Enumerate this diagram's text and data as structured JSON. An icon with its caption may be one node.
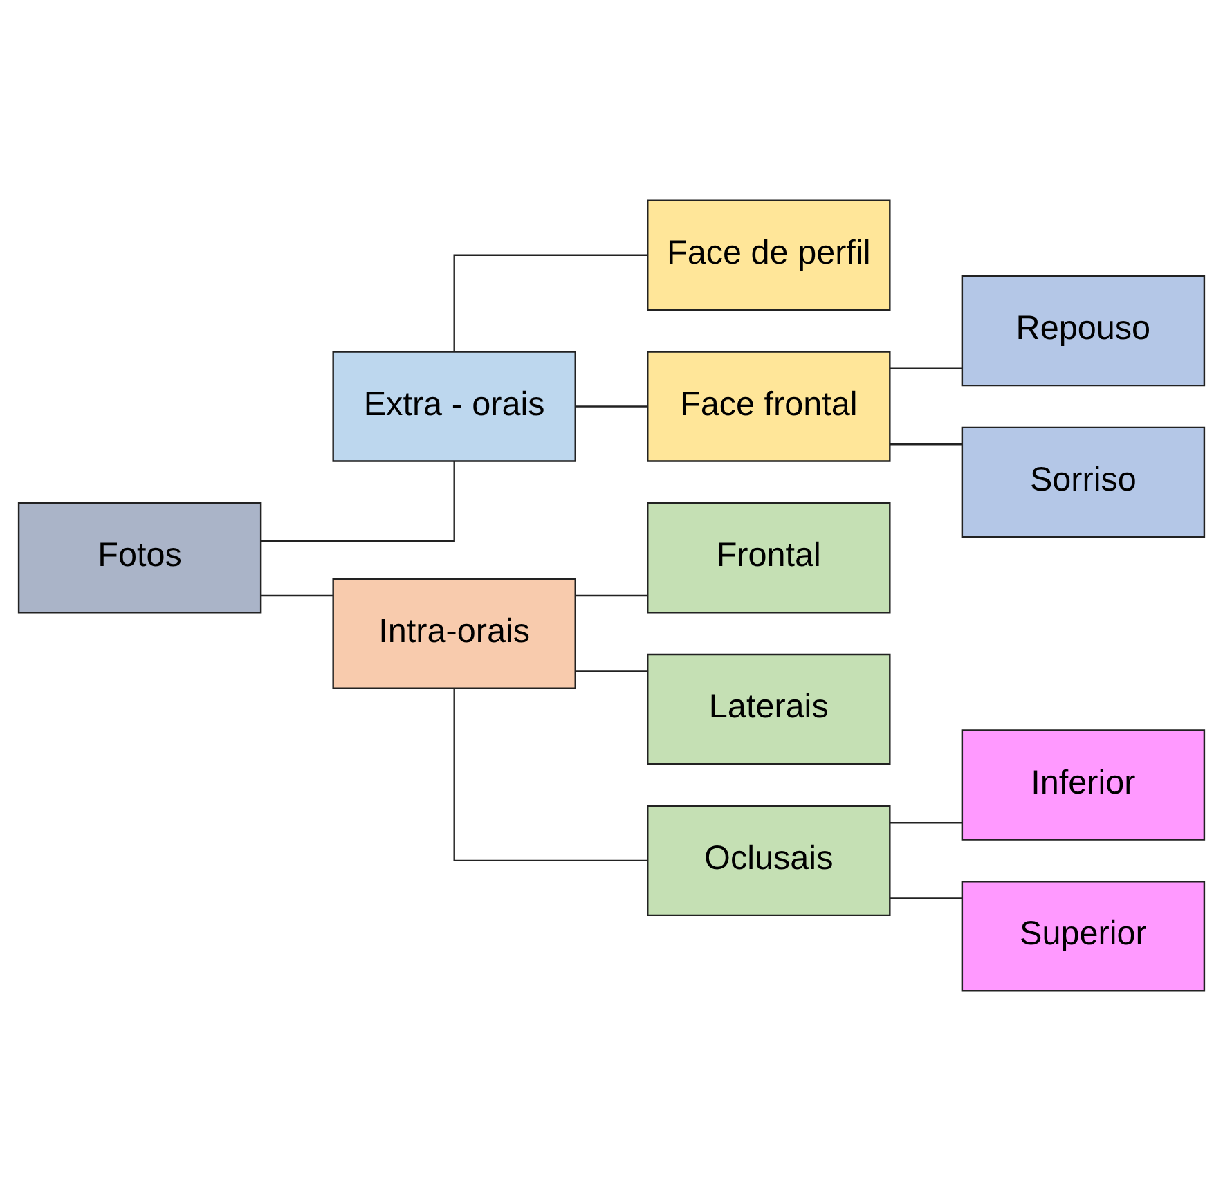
{
  "diagram": {
    "nodes": [
      {
        "text": [
          "Fotos"
        ]
      },
      {
        "text": [
          "Extra - orais"
        ]
      },
      {
        "text": [
          "Face de perfil"
        ]
      },
      {
        "text": [
          "Face frontal"
        ]
      },
      {
        "text": [
          "Repouso"
        ]
      },
      {
        "text": [
          "Sorriso"
        ]
      },
      {
        "text": [
          "Intra-orais"
        ]
      },
      {
        "text": [
          "Frontal"
        ]
      },
      {
        "text": [
          "Laterais"
        ]
      },
      {
        "text": [
          "Oclusais"
        ]
      },
      {
        "text": [
          "Inferior"
        ]
      },
      {
        "text": [
          "Superior"
        ]
      }
    ],
    "edges": [
      {
        "from": 0,
        "to": 1,
        "arrow": "none"
      },
      {
        "from": 0,
        "to": 6,
        "arrow": "none"
      },
      {
        "from": 1,
        "to": 2,
        "arrow": "none"
      },
      {
        "from": 1,
        "to": 3,
        "arrow": "none"
      },
      {
        "from": 3,
        "to": 4,
        "arrow": "none"
      },
      {
        "from": 3,
        "to": 5,
        "arrow": "none"
      },
      {
        "from": 6,
        "to": 7,
        "arrow": "none"
      },
      {
        "from": 6,
        "to": 8,
        "arrow": "none"
      },
      {
        "from": 6,
        "to": 9,
        "arrow": "none"
      },
      {
        "from": 9,
        "to": 10,
        "arrow": "none"
      },
      {
        "from": 9,
        "to": 11,
        "arrow": "none"
      }
    ]
  }
}
